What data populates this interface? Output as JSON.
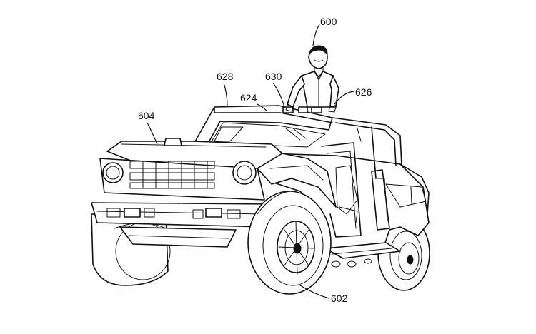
{
  "figure": {
    "reference_numerals": {
      "person": "600",
      "vehicle": "602",
      "hood": "604",
      "roof_opening": "624",
      "rear_bar": "626",
      "windshield_header": "628",
      "header_edge": "630"
    }
  }
}
